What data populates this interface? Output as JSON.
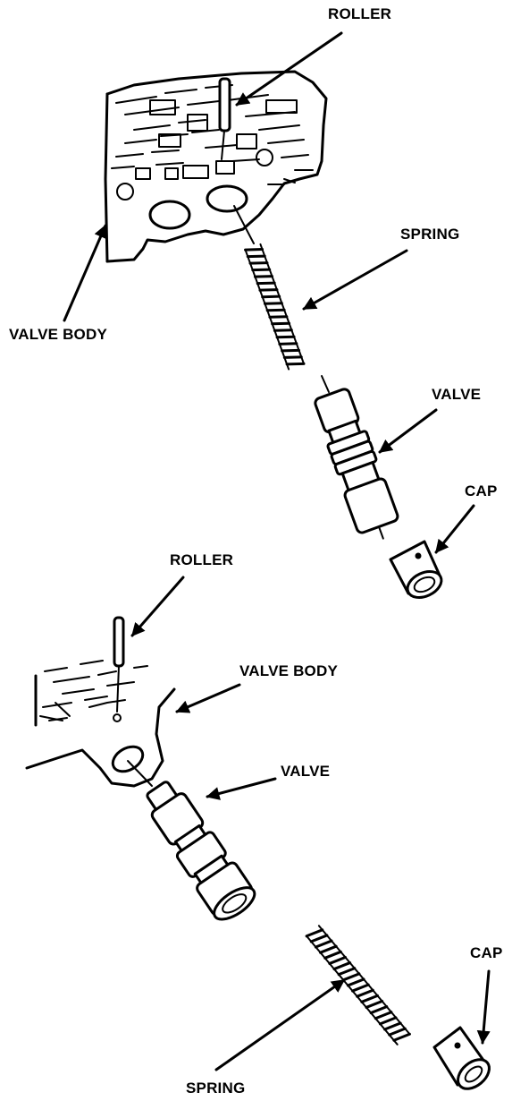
{
  "top_assembly": {
    "labels": {
      "roller": "ROLLER",
      "spring": "SPRING",
      "valve_body": "VALVE BODY",
      "valve": "VALVE",
      "cap": "CAP"
    }
  },
  "bottom_assembly": {
    "labels": {
      "roller": "ROLLER",
      "valve_body": "VALVE BODY",
      "valve": "VALVE",
      "spring": "SPRING",
      "cap": "CAP"
    }
  },
  "colors": {
    "ink": "#000000",
    "paper": "#ffffff"
  }
}
